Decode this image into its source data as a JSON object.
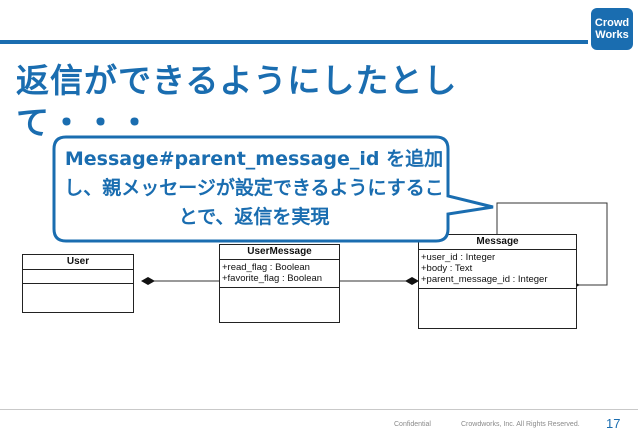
{
  "logo": {
    "line1": "Crowd",
    "line2": "Works"
  },
  "slide": {
    "title": "返信ができるようにしたとして・・・",
    "callout": "Message#parent_message_id を追加し、親メッセージが設定できるようにすることで、返信を実現"
  },
  "diagram": {
    "classes": [
      {
        "name": "User",
        "attributes": []
      },
      {
        "name": "UserMessage",
        "attributes": [
          "+read_flag : Boolean",
          "+favorite_flag : Boolean"
        ]
      },
      {
        "name": "Message",
        "attributes": [
          "+user_id : Integer",
          "+body : Text",
          "+parent_message_id : Integer"
        ]
      }
    ]
  },
  "footer": {
    "confidential": "Confidential",
    "copyright": "Crowdworks, Inc. All Rights Reserved.",
    "page": "17"
  },
  "colors": {
    "brand": "#1a6db0",
    "footer_text": "#8a8a8a"
  }
}
